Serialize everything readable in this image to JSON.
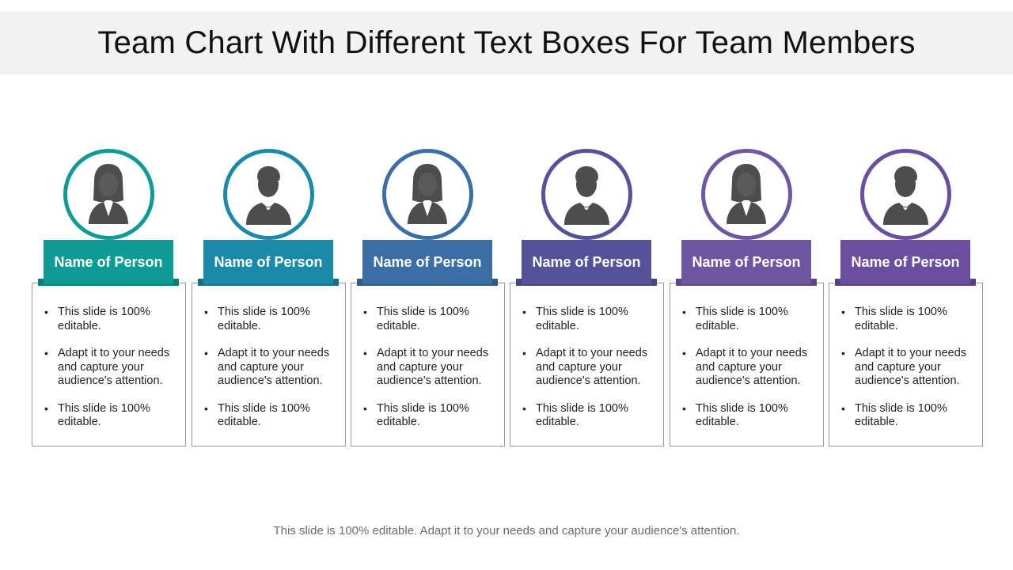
{
  "title": "Team Chart With Different Text Boxes For Team Members",
  "members": [
    {
      "name": "Name of Person",
      "avatar_icon": "female-person-icon",
      "color": "#0f9b95",
      "bullets": [
        "This slide is 100% editable.",
        "Adapt it to your needs and capture your audience's attention.",
        "This slide is 100% editable."
      ]
    },
    {
      "name": "Name of Person",
      "avatar_icon": "male-person-icon",
      "color": "#1a8aa8",
      "bullets": [
        "This slide is 100% editable.",
        "Adapt it to your needs and capture your audience's attention.",
        "This slide is 100% editable."
      ]
    },
    {
      "name": "Name of Person",
      "avatar_icon": "female-person-icon",
      "color": "#3a6ea5",
      "bullets": [
        "This slide is 100% editable.",
        "Adapt it to your needs and capture your audience's attention.",
        "This slide is 100% editable."
      ]
    },
    {
      "name": "Name of Person",
      "avatar_icon": "male-person-icon",
      "color": "#55529a",
      "bullets": [
        "This slide is 100% editable.",
        "Adapt it to your needs and capture your audience's attention.",
        "This slide is 100% editable."
      ]
    },
    {
      "name": "Name of Person",
      "avatar_icon": "female-person-icon",
      "color": "#6e56a1",
      "bullets": [
        "This slide is 100% editable.",
        "Adapt it to your needs and capture your audience's attention.",
        "This slide is 100% editable."
      ]
    },
    {
      "name": "Name of Person",
      "avatar_icon": "male-person-icon",
      "color": "#6a4f9e",
      "bullets": [
        "This slide is 100% editable.",
        "Adapt it to your needs and capture your audience's attention.",
        "This slide is 100% editable."
      ]
    }
  ],
  "footer": "This slide is 100% editable. Adapt it to your needs and capture your audience's attention."
}
